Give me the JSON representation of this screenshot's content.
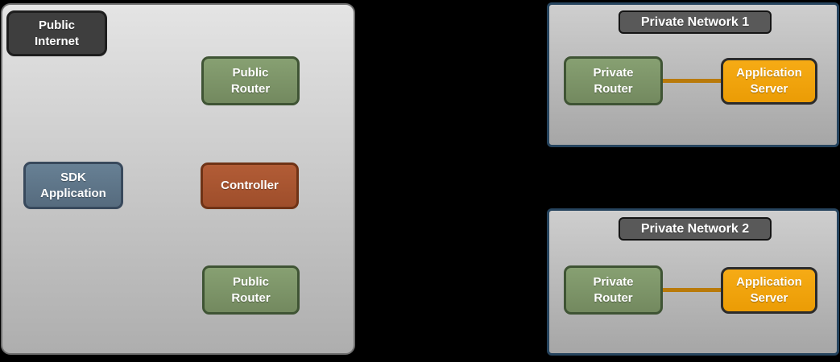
{
  "colors": {
    "background": "#000000",
    "public_zone_border": "#6f6f6f",
    "public_zone_fill_top": "#e4e4e4",
    "public_zone_fill_bottom": "#aeaeae",
    "private_zone_border": "#26445e",
    "private_zone_fill_top": "#cecece",
    "private_zone_fill_bottom": "#a6a6a6",
    "dark_node_fill": "#3e3e3e",
    "dark_node_border": "#1e1e1e",
    "green_node_fill": "#7d9569",
    "green_node_border": "#3f5434",
    "slate_node_fill": "#5e7488",
    "slate_node_border": "#38495c",
    "rust_node_fill": "#a85531",
    "rust_node_border": "#6f3316",
    "orange_node_fill": "#f2a30e",
    "orange_node_border": "#2b2b2b",
    "network_label_fill": "#595959",
    "network_label_border": "#141414",
    "connector_line": "#b97a0a",
    "text": "#ffffff"
  },
  "public_zone": {
    "nodes": {
      "public_internet": "Public\nInternet",
      "public_router_top": "Public\nRouter",
      "sdk_application": "SDK\nApplication",
      "controller": "Controller",
      "public_router_bottom": "Public\nRouter"
    }
  },
  "private_network_1": {
    "title": "Private Network 1",
    "nodes": {
      "private_router": "Private\nRouter",
      "application_server": "Application\nServer"
    }
  },
  "private_network_2": {
    "title": "Private Network 2",
    "nodes": {
      "private_router": "Private\nRouter",
      "application_server": "Application\nServer"
    }
  }
}
